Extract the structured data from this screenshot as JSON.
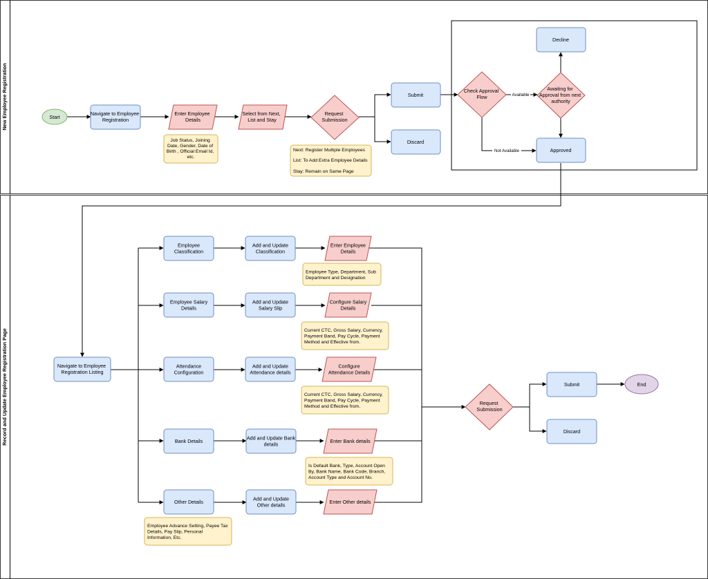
{
  "lanes": {
    "top": "New Employee Registration",
    "bottom": "Record and Update Employee Registration Page"
  },
  "top": {
    "start": "Start",
    "navigate": [
      "Navigate to Employee",
      "Registration"
    ],
    "enter_details": [
      "Enter Employee",
      "Details"
    ],
    "select": [
      "Select from Next,",
      "List and Stay"
    ],
    "request": [
      "Request",
      "Submission"
    ],
    "submit": "Submit",
    "discard": "Discard",
    "check": [
      "Check Approval",
      "Flow"
    ],
    "awaiting": [
      "Awaiting for",
      "Approval from next",
      "authority"
    ],
    "decline": "Decline",
    "approved": "Approved",
    "label_available": "Available",
    "label_not_available": "Not Available",
    "note_details": [
      "Job Status, Joining",
      "Date, Gender, Date of",
      "Birth , Official Email Id,",
      "etc."
    ],
    "note_select": [
      "Next: Register Multiple Employees",
      "List: To Add Extra Employee Details",
      "Stay: Remain on Same Page"
    ]
  },
  "bottom": {
    "navigate_listing": [
      "Navigate to Employee",
      "Registration Listing"
    ],
    "rows": [
      {
        "category": [
          "Employee",
          "Classification"
        ],
        "action": [
          "Add and Update",
          "Classification"
        ],
        "enter": [
          "Enter Employee",
          "Details"
        ],
        "note": [
          "Employee Type, Department, Sub",
          "Department and Designation"
        ]
      },
      {
        "category": [
          "Employee Salary",
          "Details"
        ],
        "action": [
          "Add  and Update",
          "Salary Slip"
        ],
        "enter": [
          "Configure Salary",
          "Details"
        ],
        "note": [
          "Current CTC, Gross Salary, Currency,",
          "Payment Band, Pay Cycle, Payment",
          "Method and Effective from."
        ]
      },
      {
        "category": [
          "Attendance",
          "Configuration"
        ],
        "action": [
          "Add and Update",
          "Attendance details"
        ],
        "enter": [
          "Configure",
          "Attendance Details"
        ],
        "note": [
          "Current CTC, Gross Salary, Currency,",
          "Payment Band, Pay Cycle, Payment",
          "Method and Effective from."
        ]
      },
      {
        "category": [
          "Bank Details"
        ],
        "action": [
          "Add and Update Bank",
          "details"
        ],
        "enter": [
          "Enter Bank details"
        ],
        "note": [
          "Is Default Bank, Type, Account Open",
          "By, Bank Name, Bank Code, Branch,",
          "Account Type and Account No."
        ]
      },
      {
        "category": [
          "Other Details"
        ],
        "action": [
          "Add and Update",
          "Other details"
        ],
        "enter": [
          "Enter Other details"
        ],
        "note": [
          "Employee Advance Setting, Payee Tax",
          "Details, Pay Slip, Personal",
          "Information, Etc."
        ]
      }
    ],
    "request": [
      "Request",
      "Submission"
    ],
    "submit": "Submit",
    "discard": "Discard",
    "end": "End"
  }
}
